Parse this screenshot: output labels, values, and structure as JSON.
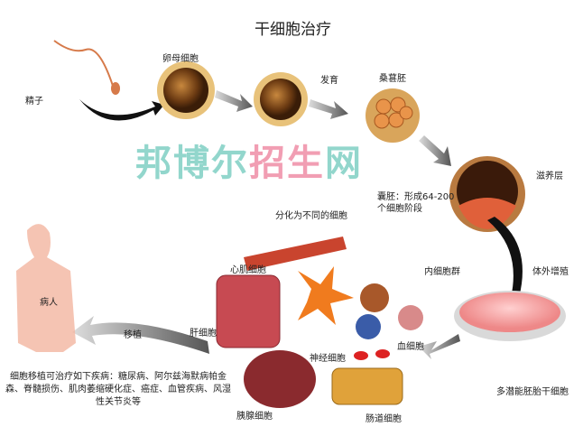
{
  "title": "干细胞治疗",
  "labels": {
    "sperm": "精子",
    "egg": "卵母细胞",
    "develop": "发育",
    "morula": "桑葚胚",
    "trophoblast": "滋养层",
    "blastocyst": "囊胚：形成64-200个细胞阶段",
    "inner_mass": "内细胞群",
    "culture": "体外增殖",
    "pluripotent": "多潜能胚胎干细胞",
    "differentiate": "分化为不同的细胞",
    "cardiac": "心肌细胞",
    "liver": "肝细胞",
    "nerve": "神经细胞",
    "blood": "血细胞",
    "pancreas": "胰腺细胞",
    "intestine": "肠道细胞",
    "transplant": "移植",
    "patient": "病人"
  },
  "note": "细胞移植可治疗如下疾病：糖尿病、阿尔兹海默病帕金森、脊髓损伤、肌肉萎缩硬化症、癌症、血管疾病、风湿性关节炎等",
  "watermark": {
    "part1": "邦博尔",
    "part2": "招生",
    "part3": "网"
  }
}
